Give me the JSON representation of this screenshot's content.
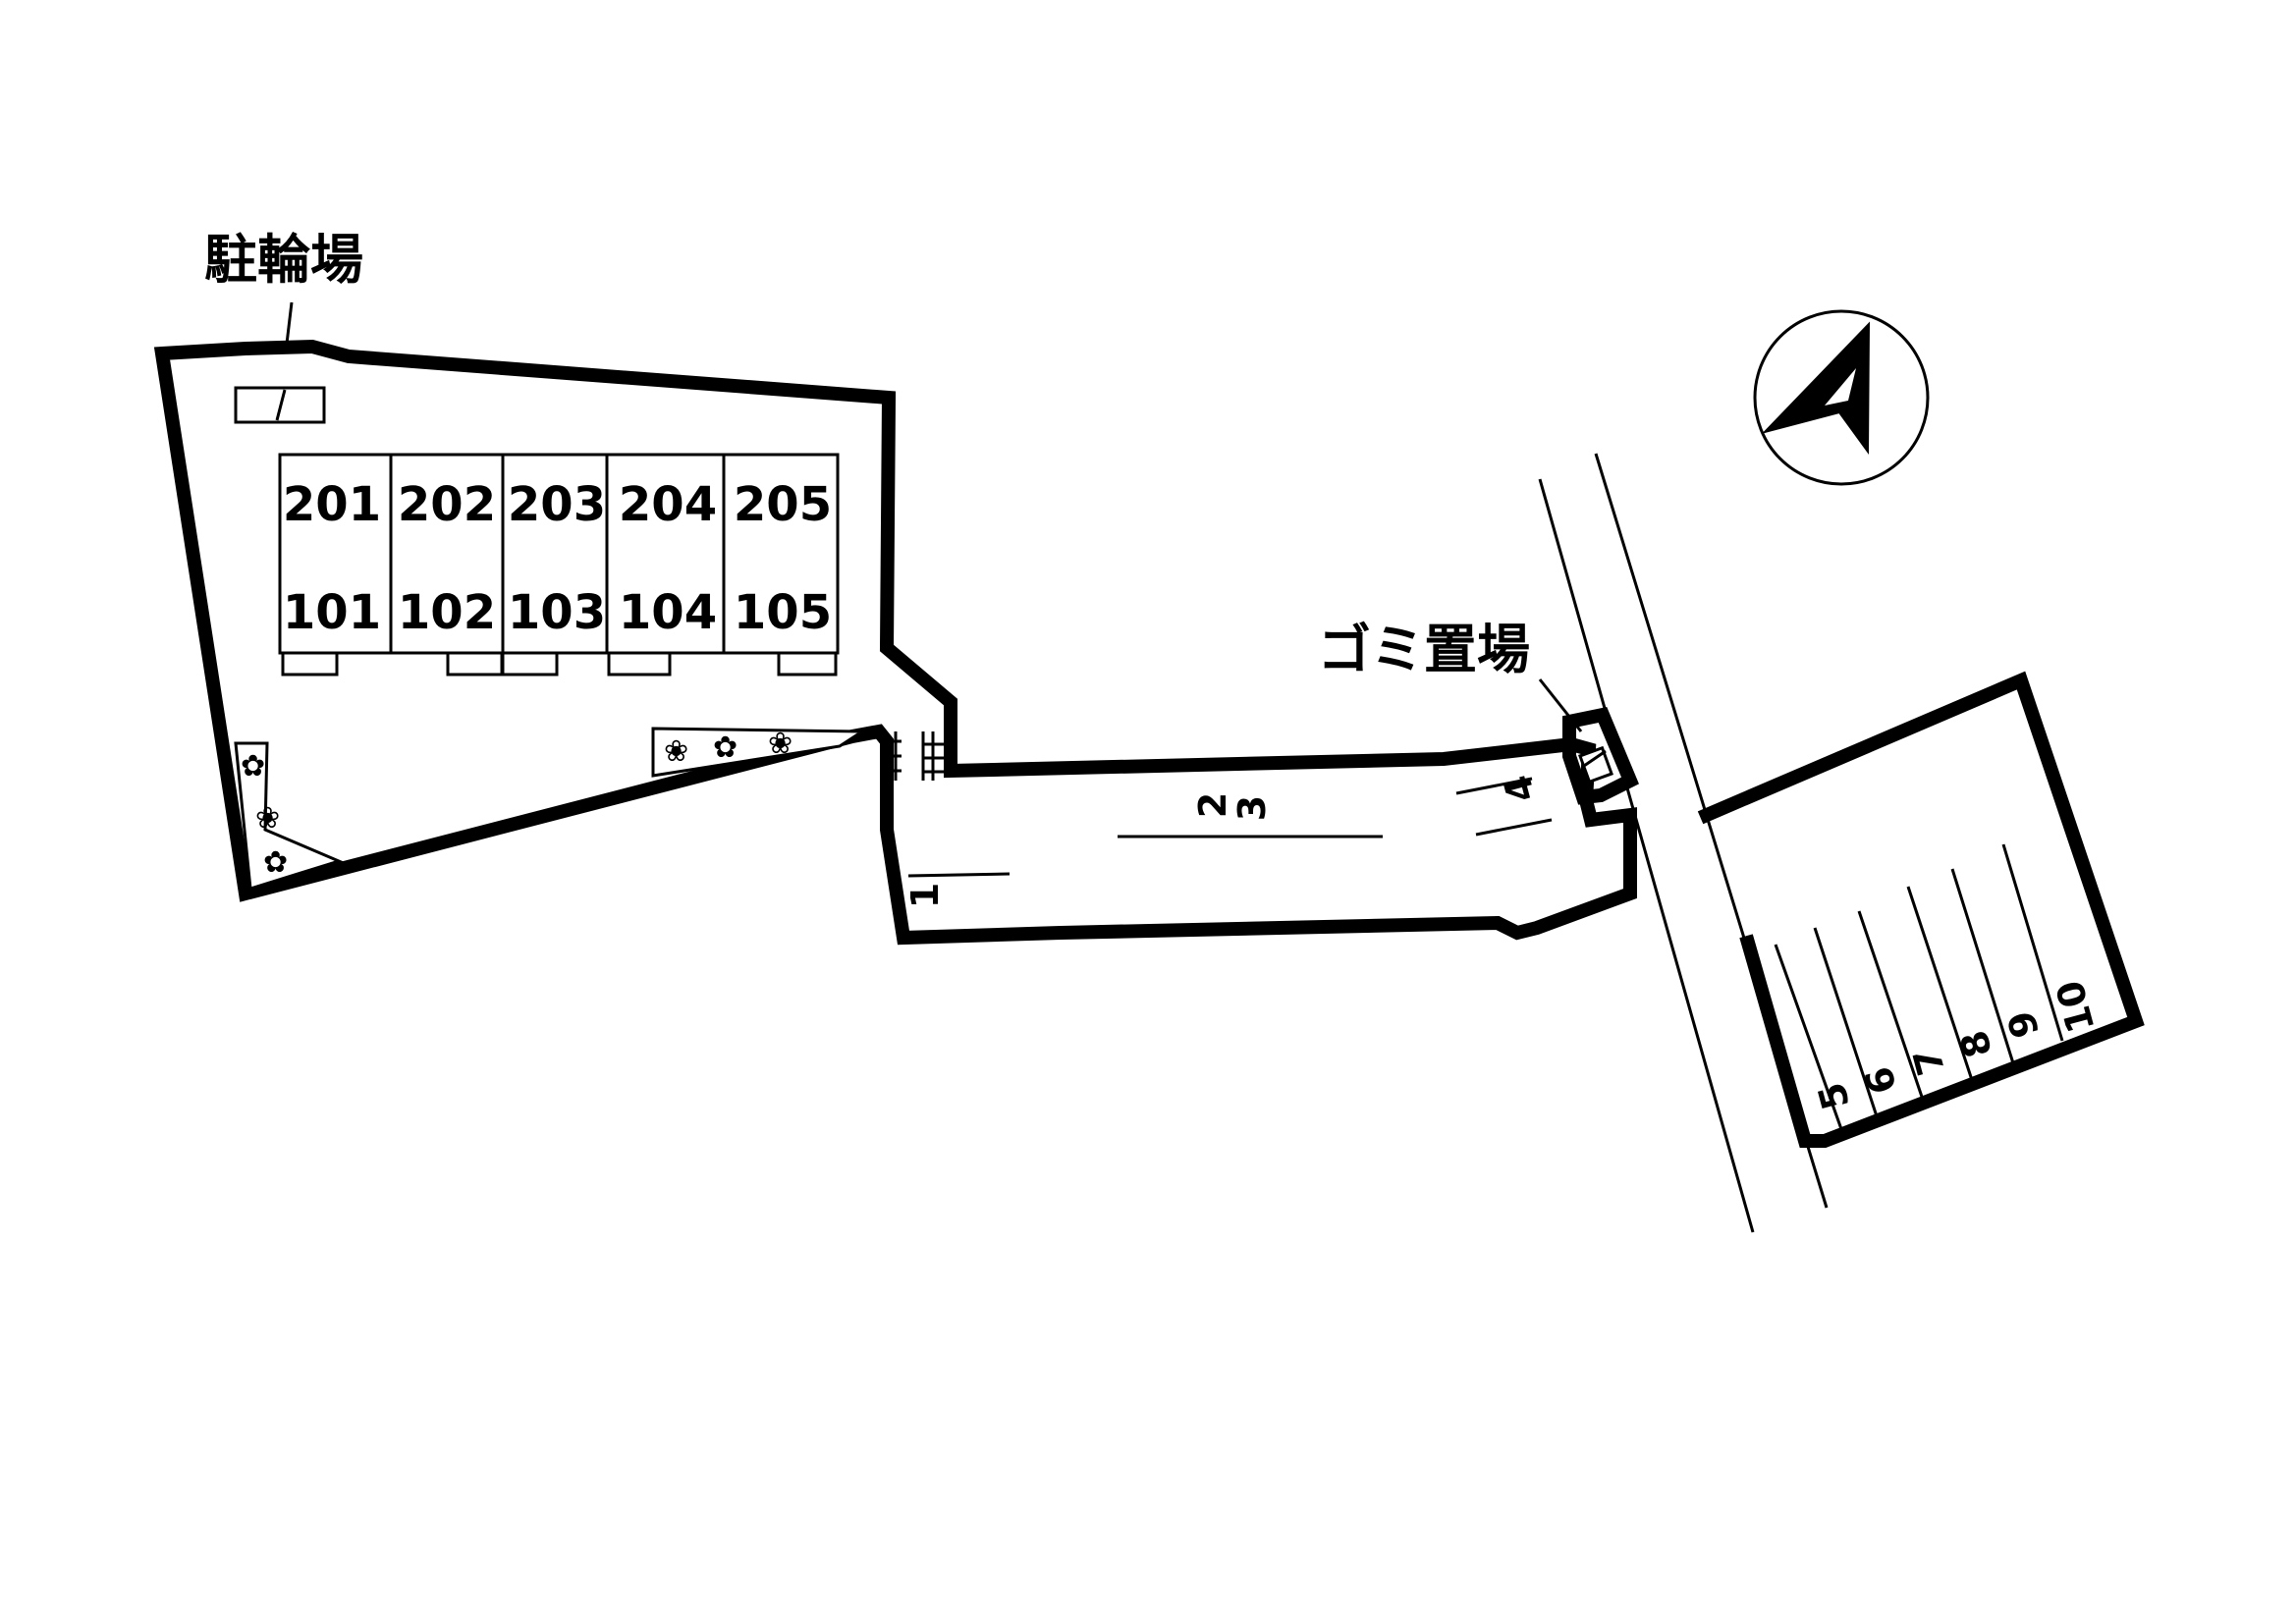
{
  "labels": {
    "bicycle_parking": "駐輪場",
    "garbage_area": "ゴミ置場"
  },
  "units": {
    "upper": [
      "201",
      "202",
      "203",
      "204",
      "205"
    ],
    "lower": [
      "101",
      "102",
      "103",
      "104",
      "105"
    ]
  },
  "parking_spaces": {
    "lane": [
      "1",
      "2",
      "3",
      "4"
    ],
    "lot": [
      "5",
      "6",
      "7",
      "8",
      "9",
      "10"
    ]
  },
  "compass": {
    "icon": "north-arrow-icon"
  }
}
